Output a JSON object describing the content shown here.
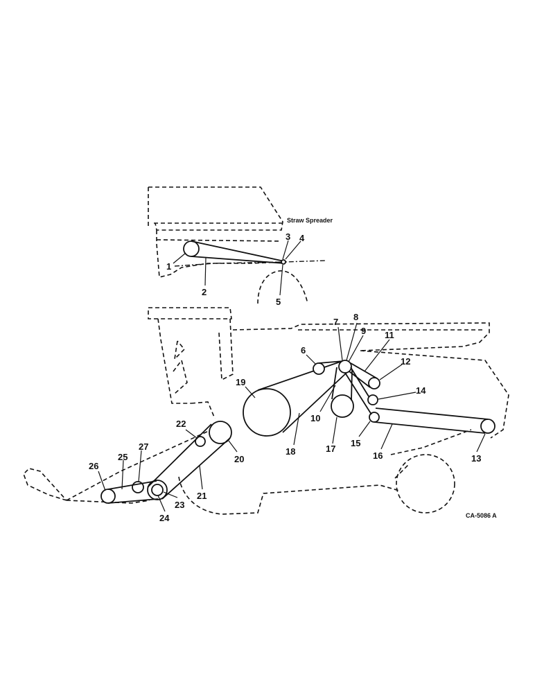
{
  "labels": {
    "straw_spreader": "Straw Spreader",
    "drawing_number": "CA-5086 A"
  },
  "callouts": {
    "n1": "1",
    "n2": "2",
    "n3": "3",
    "n4": "4",
    "n5": "5",
    "n6": "6",
    "n7": "7",
    "n8": "8",
    "n9": "9",
    "n10": "10",
    "n11": "11",
    "n12": "12",
    "n13": "13",
    "n14": "14",
    "n15": "15",
    "n16": "16",
    "n17": "17",
    "n18": "18",
    "n19": "19",
    "n20": "20",
    "n21": "21",
    "n22": "22",
    "n23": "23",
    "n24": "24",
    "n25": "25",
    "n26": "26",
    "n27": "27"
  }
}
